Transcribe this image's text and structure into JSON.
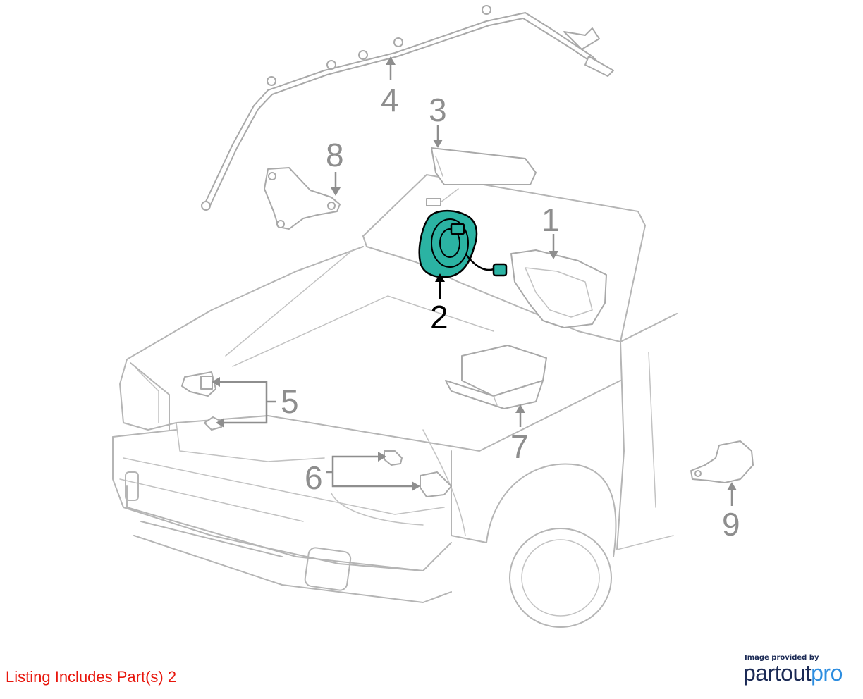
{
  "diagram": {
    "callouts": [
      {
        "id": "1",
        "label": "1",
        "highlighted": false
      },
      {
        "id": "2",
        "label": "2",
        "highlighted": true
      },
      {
        "id": "3",
        "label": "3",
        "highlighted": false
      },
      {
        "id": "4",
        "label": "4",
        "highlighted": false
      },
      {
        "id": "5",
        "label": "5",
        "highlighted": false
      },
      {
        "id": "6",
        "label": "6",
        "highlighted": false
      },
      {
        "id": "7",
        "label": "7",
        "highlighted": false
      },
      {
        "id": "8",
        "label": "8",
        "highlighted": false
      },
      {
        "id": "9",
        "label": "9",
        "highlighted": false
      }
    ],
    "colors": {
      "highlight_part": "#2bb3a3",
      "outline": "#b5b5b5",
      "callout_inactive": "#8e8e8e",
      "callout_active": "#000000"
    }
  },
  "footer": {
    "listing_note": "Listing Includes Part(s) 2",
    "listing_note_color": "#e8160c",
    "credit_caption": "Image provided by",
    "brand_part1": "partout",
    "brand_part2": "pro",
    "brand_colors": [
      "#1b2a55",
      "#2c8de0"
    ]
  }
}
